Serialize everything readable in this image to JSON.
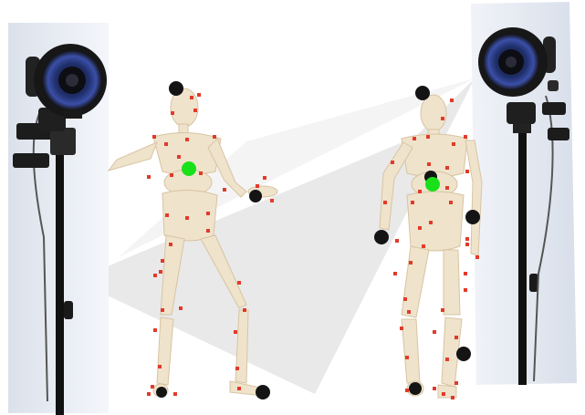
{
  "scene": {
    "background_color": "#ffffff",
    "frustum_color": "#e9e9e9",
    "marker_color": "#e23a2a",
    "joint_color": "#141414",
    "centroid_color": "#19e119",
    "skin_color": "#efe3cc",
    "skin_shade": "#d7c4a2",
    "left_camera": {
      "icon": "depth-camera-on-tripod"
    },
    "right_camera": {
      "icon": "depth-camera-on-tripod"
    },
    "figures": [
      {
        "name": "mannequin-front",
        "marker_count": 36,
        "joint_count": 4,
        "centroid_count": 1
      },
      {
        "name": "mannequin-back",
        "marker_count": 40,
        "joint_count": 6,
        "centroid_count": 1
      }
    ]
  }
}
